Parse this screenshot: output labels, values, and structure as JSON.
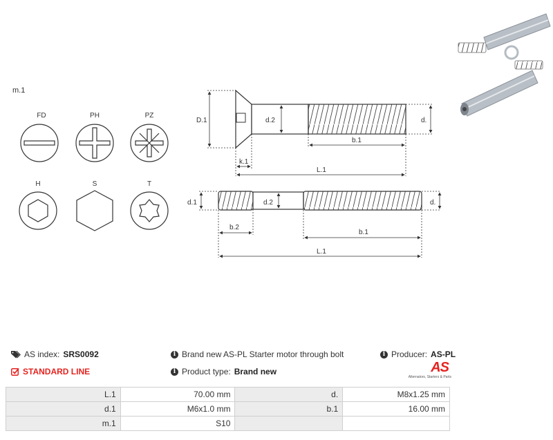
{
  "drawing": {
    "m_label": "m.1",
    "heads": [
      {
        "label": "FD",
        "icon": "flat-slot-icon"
      },
      {
        "label": "PH",
        "icon": "phillips-icon"
      },
      {
        "label": "PZ",
        "icon": "pozidriv-icon"
      },
      {
        "label": "H",
        "icon": "hex-socket-icon"
      },
      {
        "label": "S",
        "icon": "hex-head-icon"
      },
      {
        "label": "T",
        "icon": "torx-icon"
      }
    ],
    "bolt1": {
      "D1": "D.1",
      "d2": "d.2",
      "d": "d.",
      "b1": "b.1",
      "k1": "k.1",
      "L1": "L.1"
    },
    "bolt2": {
      "d1": "d.1",
      "d2": "d.2",
      "d": "d.",
      "b2": "b.2",
      "b1": "b.1",
      "L1": "L.1"
    }
  },
  "info": {
    "index_label": "AS index:",
    "index_value": "SRS0092",
    "line_label": "STANDARD LINE",
    "description": "Brand new AS-PL Starter motor through bolt",
    "product_type_label": "Product type:",
    "product_type_value": "Brand new",
    "producer_label": "Producer:",
    "producer_value": "AS-PL",
    "logo_text": "AS",
    "logo_tagline": "Alternators, Starters & Parts"
  },
  "specs": [
    [
      "L.1",
      "70.00 mm",
      "d.",
      "M8x1.25 mm"
    ],
    [
      "d.1",
      "M6x1.0 mm",
      "b.1",
      "16.00 mm"
    ],
    [
      "m.1",
      "S10",
      "",
      ""
    ]
  ],
  "colors": {
    "accent": "#e52420",
    "line": "#333333",
    "table_key_bg": "#ececec"
  }
}
